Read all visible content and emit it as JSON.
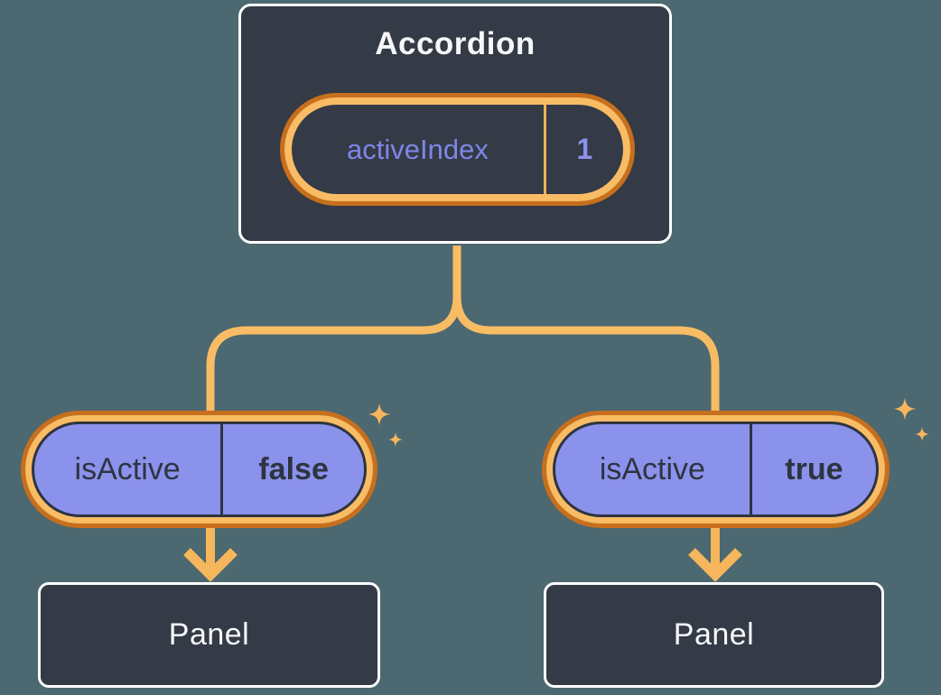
{
  "diagram": {
    "accordion": {
      "title": "Accordion",
      "state": {
        "name": "activeIndex",
        "value": "1"
      }
    },
    "items": [
      {
        "state": {
          "name": "isActive",
          "value": "false"
        },
        "panel_label": "Panel"
      },
      {
        "state": {
          "name": "isActive",
          "value": "true"
        },
        "panel_label": "Panel"
      }
    ],
    "icons": [
      "sparkle-icon",
      "arrow-down-icon"
    ],
    "colors": {
      "background": "#4C6870",
      "box_fill": "#343A46",
      "box_border": "#FFFFFF",
      "pill_fill": "#8B92EC",
      "pill_ring_light": "#F9BC64",
      "pill_ring_dark": "#C76F1C",
      "connector": "#F8BC64",
      "sparkle": "#F5B65C",
      "text_light": "#F6F7F9",
      "text_dark": "#2E3440",
      "text_purple": "#7E86E6"
    }
  }
}
